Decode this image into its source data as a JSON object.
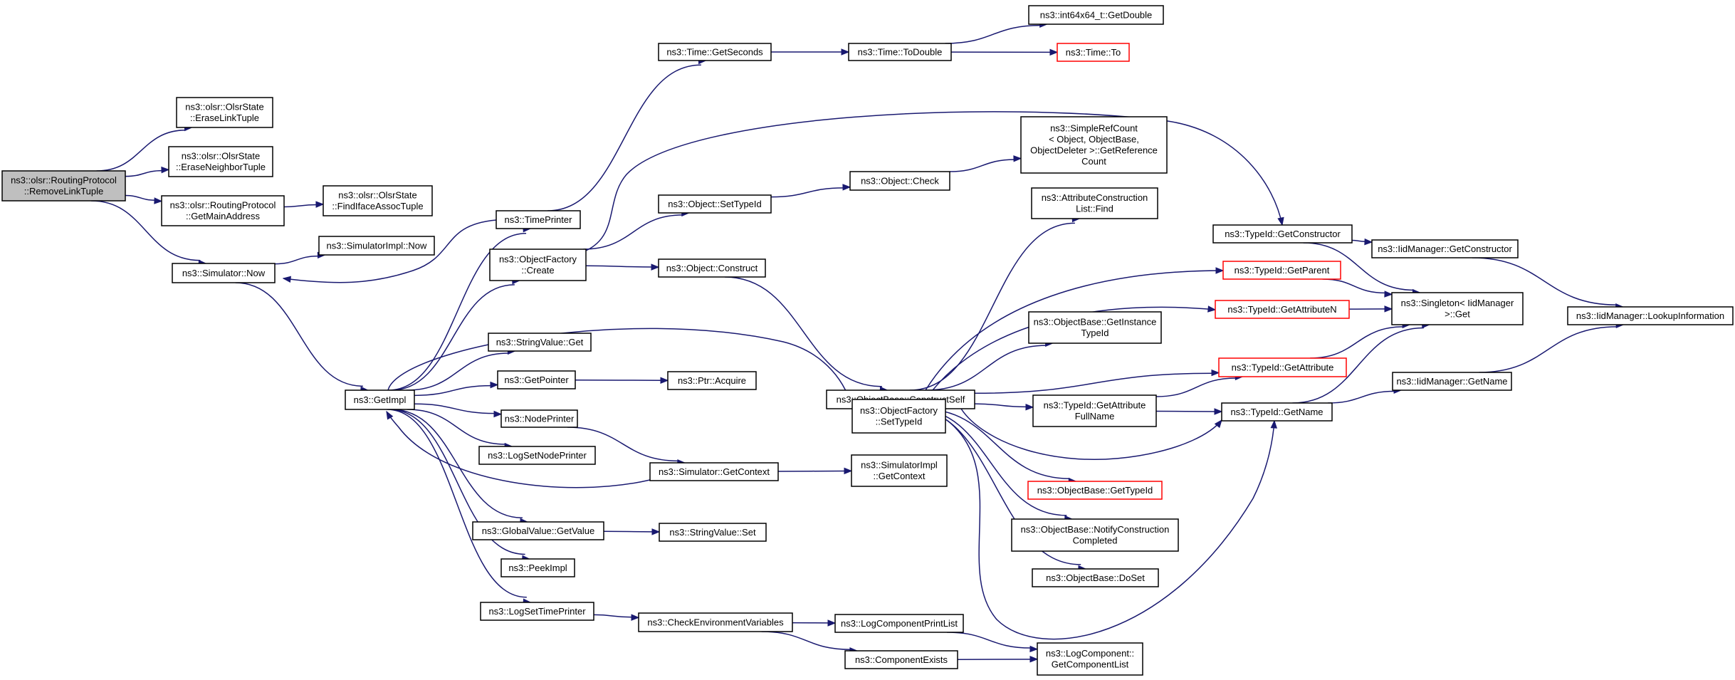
{
  "graph": {
    "edge_color": "#191970",
    "root_fill": "#bfbfbf",
    "highlight_color": "#ff0000",
    "nodes": [
      {
        "id": "root",
        "lines": [
          "ns3::olsr::RoutingProtocol",
          "::RemoveLinkTuple"
        ],
        "style": "root"
      },
      {
        "id": "eraseLink",
        "lines": [
          "ns3::olsr::OlsrState",
          "::EraseLinkTuple"
        ]
      },
      {
        "id": "eraseNeighbor",
        "lines": [
          "ns3::olsr::OlsrState",
          "::EraseNeighborTuple"
        ]
      },
      {
        "id": "getMainAddr",
        "lines": [
          "ns3::olsr::RoutingProtocol",
          "::GetMainAddress"
        ]
      },
      {
        "id": "findIface",
        "lines": [
          "ns3::olsr::OlsrState",
          "::FindIfaceAssocTuple"
        ]
      },
      {
        "id": "simNow",
        "lines": [
          "ns3::Simulator::Now"
        ]
      },
      {
        "id": "simImplNow",
        "lines": [
          "ns3::SimulatorImpl::Now"
        ]
      },
      {
        "id": "getImpl",
        "lines": [
          "ns3::GetImpl"
        ]
      },
      {
        "id": "timePrinter",
        "lines": [
          "ns3::TimePrinter"
        ]
      },
      {
        "id": "objFactCreate",
        "lines": [
          "ns3::ObjectFactory",
          "::Create"
        ]
      },
      {
        "id": "stringValueGet",
        "lines": [
          "ns3::StringValue::Get"
        ]
      },
      {
        "id": "getPointer",
        "lines": [
          "ns3::GetPointer"
        ]
      },
      {
        "id": "nodePrinter",
        "lines": [
          "ns3::NodePrinter"
        ]
      },
      {
        "id": "logSetNodePrinter",
        "lines": [
          "ns3::LogSetNodePrinter"
        ]
      },
      {
        "id": "globalValueGetValue",
        "lines": [
          "ns3::GlobalValue::GetValue"
        ]
      },
      {
        "id": "peekImpl",
        "lines": [
          "ns3::PeekImpl"
        ]
      },
      {
        "id": "logSetTimePrinter",
        "lines": [
          "ns3::LogSetTimePrinter"
        ]
      },
      {
        "id": "timeGetSeconds",
        "lines": [
          "ns3::Time::GetSeconds"
        ]
      },
      {
        "id": "objSetTypeId",
        "lines": [
          "ns3::Object::SetTypeId"
        ]
      },
      {
        "id": "objConstruct",
        "lines": [
          "ns3::Object::Construct"
        ]
      },
      {
        "id": "ptrAcquire",
        "lines": [
          "ns3::Ptr::Acquire"
        ]
      },
      {
        "id": "simGetContext",
        "lines": [
          "ns3::Simulator::GetContext"
        ]
      },
      {
        "id": "stringValueSet",
        "lines": [
          "ns3::StringValue::Set"
        ]
      },
      {
        "id": "checkEnv",
        "lines": [
          "ns3::CheckEnvironmentVariables"
        ]
      },
      {
        "id": "timeToDouble",
        "lines": [
          "ns3::Time::ToDouble"
        ]
      },
      {
        "id": "objCheck",
        "lines": [
          "ns3::Object::Check"
        ]
      },
      {
        "id": "objBaseConstructSelf",
        "lines": [
          "ns3::ObjectBase::ConstructSelf"
        ]
      },
      {
        "id": "objFactSetTypeId",
        "lines": [
          "ns3::ObjectFactory",
          "::SetTypeId"
        ]
      },
      {
        "id": "simImplGetContext",
        "lines": [
          "ns3::SimulatorImpl",
          "::GetContext"
        ]
      },
      {
        "id": "logComponentPrintList",
        "lines": [
          "ns3::LogComponentPrintList"
        ]
      },
      {
        "id": "componentExists",
        "lines": [
          "ns3::ComponentExists"
        ]
      },
      {
        "id": "int64GetDouble",
        "lines": [
          "ns3::int64x64_t::GetDouble"
        ]
      },
      {
        "id": "timeTo",
        "lines": [
          "ns3::Time::To"
        ],
        "style": "red"
      },
      {
        "id": "simpleRefCount",
        "lines": [
          "ns3::SimpleRefCount",
          "< Object, ObjectBase,",
          "ObjectDeleter >::GetReference",
          "Count"
        ]
      },
      {
        "id": "attrConstructionFind",
        "lines": [
          "ns3::AttributeConstruction",
          "List::Find"
        ]
      },
      {
        "id": "objBaseGetInstanceTypeId",
        "lines": [
          "ns3::ObjectBase::GetInstance",
          "TypeId"
        ]
      },
      {
        "id": "typeIdGetAttributeFullName",
        "lines": [
          "ns3::TypeId::GetAttribute",
          "FullName"
        ]
      },
      {
        "id": "objBaseGetTypeId",
        "lines": [
          "ns3::ObjectBase::GetTypeId"
        ],
        "style": "red"
      },
      {
        "id": "objBaseNotifyConstruction",
        "lines": [
          "ns3::ObjectBase::NotifyConstruction",
          "Completed"
        ]
      },
      {
        "id": "objBaseDoSet",
        "lines": [
          "ns3::ObjectBase::DoSet"
        ]
      },
      {
        "id": "logComponentGetComponentList",
        "lines": [
          "ns3::LogComponent::",
          "GetComponentList"
        ]
      },
      {
        "id": "typeIdGetConstructor",
        "lines": [
          "ns3::TypeId::GetConstructor"
        ]
      },
      {
        "id": "typeIdGetParent",
        "lines": [
          "ns3::TypeId::GetParent"
        ],
        "style": "red"
      },
      {
        "id": "typeIdGetAttributeN",
        "lines": [
          "ns3::TypeId::GetAttributeN"
        ],
        "style": "red"
      },
      {
        "id": "typeIdGetAttribute",
        "lines": [
          "ns3::TypeId::GetAttribute"
        ],
        "style": "red"
      },
      {
        "id": "typeIdGetName",
        "lines": [
          "ns3::TypeId::GetName"
        ]
      },
      {
        "id": "iidManagerGetConstructor",
        "lines": [
          "ns3::IidManager::GetConstructor"
        ]
      },
      {
        "id": "singletonGet",
        "lines": [
          "ns3::Singleton< IidManager",
          ">::Get"
        ]
      },
      {
        "id": "iidManagerGetName",
        "lines": [
          "ns3::IidManager::GetName"
        ]
      },
      {
        "id": "iidManagerLookup",
        "lines": [
          "ns3::IidManager::LookupInformation"
        ]
      }
    ],
    "edges": [
      [
        "root",
        "eraseLink"
      ],
      [
        "root",
        "eraseNeighbor"
      ],
      [
        "root",
        "getMainAddr"
      ],
      [
        "root",
        "simNow"
      ],
      [
        "getMainAddr",
        "findIface"
      ],
      [
        "simNow",
        "simImplNow"
      ],
      [
        "simNow",
        "getImpl"
      ],
      [
        "timePrinter",
        "simNow"
      ],
      [
        "getImpl",
        "timePrinter"
      ],
      [
        "getImpl",
        "objFactCreate"
      ],
      [
        "getImpl",
        "stringValueGet"
      ],
      [
        "getImpl",
        "getPointer"
      ],
      [
        "getImpl",
        "nodePrinter"
      ],
      [
        "getImpl",
        "logSetNodePrinter"
      ],
      [
        "getImpl",
        "globalValueGetValue"
      ],
      [
        "getImpl",
        "peekImpl"
      ],
      [
        "getImpl",
        "logSetTimePrinter"
      ],
      [
        "getImpl",
        "objFactSetTypeId"
      ],
      [
        "simGetContext",
        "getImpl"
      ],
      [
        "timePrinter",
        "timeGetSeconds"
      ],
      [
        "objFactCreate",
        "objSetTypeId"
      ],
      [
        "objFactCreate",
        "objConstruct"
      ],
      [
        "objFactCreate",
        "typeIdGetConstructor"
      ],
      [
        "getPointer",
        "ptrAcquire"
      ],
      [
        "nodePrinter",
        "simGetContext"
      ],
      [
        "globalValueGetValue",
        "stringValueSet"
      ],
      [
        "logSetTimePrinter",
        "checkEnv"
      ],
      [
        "timeGetSeconds",
        "timeToDouble"
      ],
      [
        "objSetTypeId",
        "objCheck"
      ],
      [
        "objConstruct",
        "objBaseConstructSelf"
      ],
      [
        "simGetContext",
        "simImplGetContext"
      ],
      [
        "checkEnv",
        "logComponentPrintList"
      ],
      [
        "checkEnv",
        "componentExists"
      ],
      [
        "timeToDouble",
        "int64GetDouble"
      ],
      [
        "timeToDouble",
        "timeTo"
      ],
      [
        "objCheck",
        "simpleRefCount"
      ],
      [
        "objBaseConstructSelf",
        "attrConstructionFind"
      ],
      [
        "objBaseConstructSelf",
        "typeIdGetParent"
      ],
      [
        "objBaseConstructSelf",
        "typeIdGetAttributeN"
      ],
      [
        "objBaseConstructSelf",
        "objBaseGetInstanceTypeId"
      ],
      [
        "objBaseConstructSelf",
        "typeIdGetAttribute"
      ],
      [
        "objBaseConstructSelf",
        "typeIdGetAttributeFullName"
      ],
      [
        "objBaseConstructSelf",
        "typeIdGetName"
      ],
      [
        "objBaseConstructSelf",
        "objBaseGetTypeId"
      ],
      [
        "objBaseConstructSelf",
        "objBaseNotifyConstruction"
      ],
      [
        "objBaseConstructSelf",
        "objBaseDoSet"
      ],
      [
        "objFactSetTypeId",
        "typeIdGetName"
      ],
      [
        "logComponentPrintList",
        "logComponentGetComponentList"
      ],
      [
        "componentExists",
        "logComponentGetComponentList"
      ],
      [
        "typeIdGetAttributeFullName",
        "typeIdGetAttribute"
      ],
      [
        "typeIdGetAttributeFullName",
        "typeIdGetName"
      ],
      [
        "typeIdGetConstructor",
        "iidManagerGetConstructor"
      ],
      [
        "typeIdGetConstructor",
        "singletonGet"
      ],
      [
        "typeIdGetParent",
        "singletonGet"
      ],
      [
        "typeIdGetAttributeN",
        "singletonGet"
      ],
      [
        "typeIdGetAttribute",
        "singletonGet"
      ],
      [
        "typeIdGetName",
        "singletonGet"
      ],
      [
        "typeIdGetName",
        "iidManagerGetName"
      ],
      [
        "iidManagerGetConstructor",
        "iidManagerLookup"
      ],
      [
        "iidManagerGetName",
        "iidManagerLookup"
      ]
    ]
  }
}
